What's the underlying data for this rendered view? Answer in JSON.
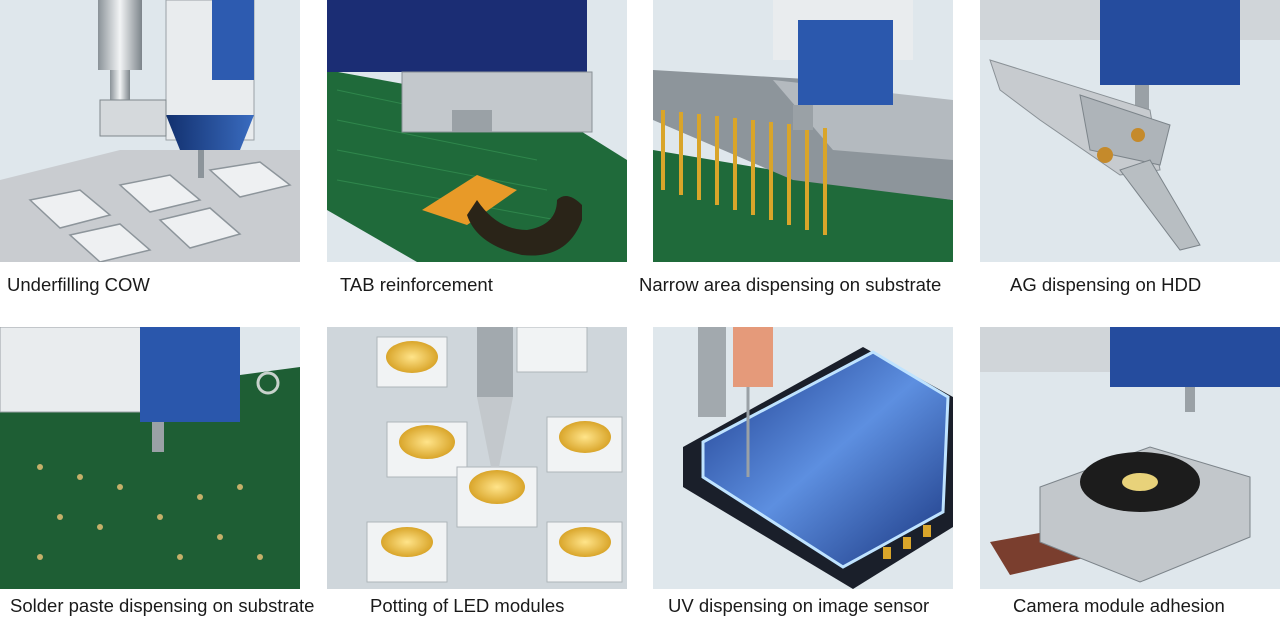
{
  "gallery": {
    "items": [
      {
        "caption": "Underfilling COW",
        "illustration": "underfill-cow-illustration"
      },
      {
        "caption": "TAB reinforcement",
        "illustration": "tab-reinforcement-illustration"
      },
      {
        "caption": "Narrow area dispensing on substrate",
        "illustration": "narrow-area-illustration"
      },
      {
        "caption": "AG dispensing on HDD",
        "illustration": "hdd-ag-illustration"
      },
      {
        "caption": "Solder paste dispensing on substrate",
        "illustration": "solder-paste-illustration"
      },
      {
        "caption": "Potting of LED modules",
        "illustration": "led-potting-illustration"
      },
      {
        "caption": "UV dispensing on image sensor",
        "illustration": "uv-image-sensor-illustration"
      },
      {
        "caption": "Camera module adhesion",
        "illustration": "camera-module-illustration"
      }
    ]
  },
  "colors": {
    "caption_text": "#1a1a1a",
    "tile_background": "#d9e3ea",
    "dispenser_blue": "#1f3f8f",
    "pcb_green": "#1f6a3a",
    "gold": "#d9a52a"
  }
}
